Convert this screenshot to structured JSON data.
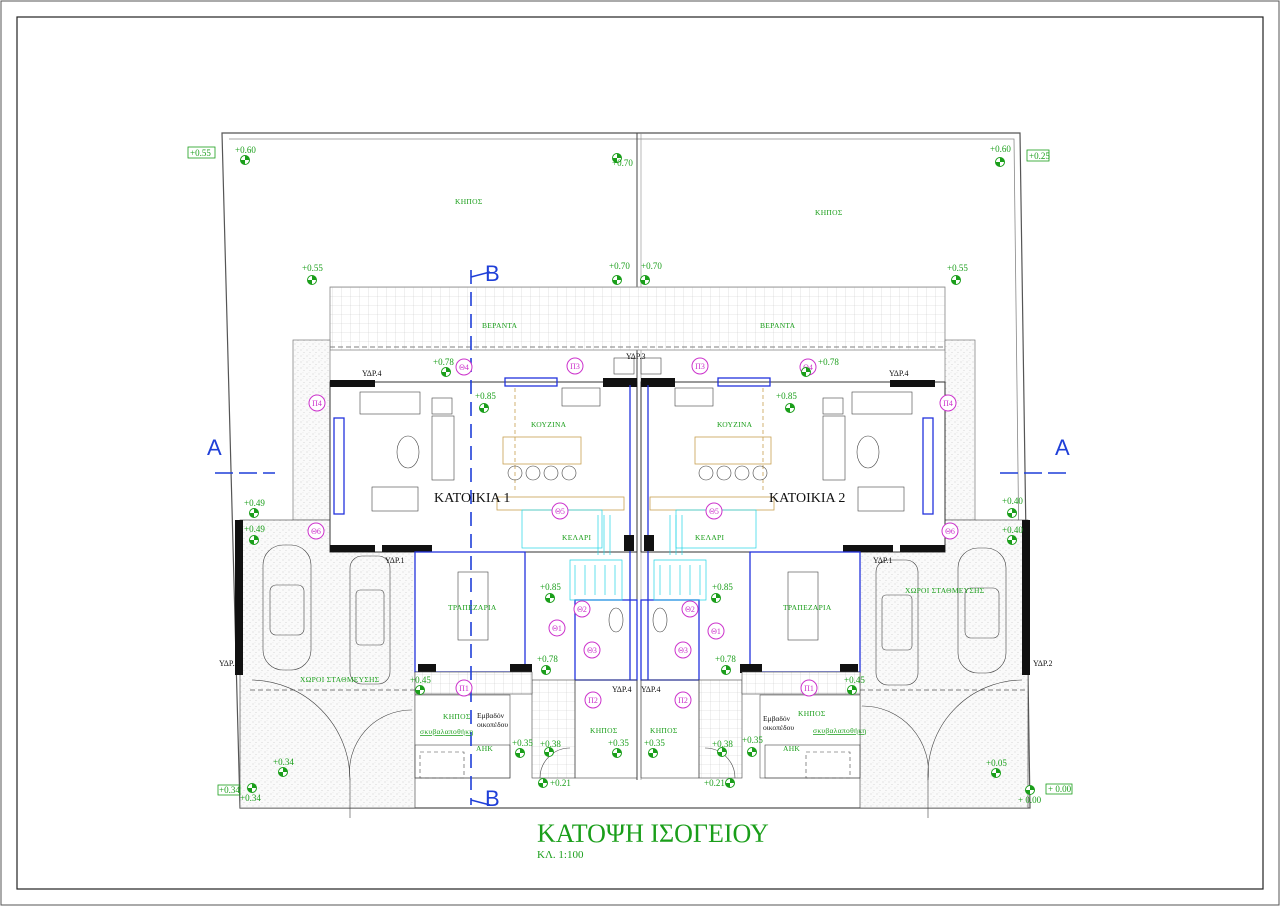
{
  "drawing": {
    "title": "ΚΑΤΟΨΗ ΙΣΟΓΕΙΟΥ",
    "scale": "ΚΛ. 1:100",
    "houses": [
      "ΚΑΤΟΙΚΙΑ 1",
      "ΚΑΤΟΙΚΙΑ 2"
    ]
  },
  "rooms": {
    "garden": "ΚΗΠΟΣ",
    "veranda": "ΒΕΡΑΝΤΑ",
    "kitchen": "ΚΟΥΖΙΝΑ",
    "cellar": "ΚΕΛΑΡΙ",
    "dining": "ΤΡΑΠΕΖΑΡΙΑ",
    "parking": "ΧΩΡΟΙ ΣΤΑΘΜΕΥΣΗΣ",
    "bin_store": "σκυβαλαποθήκη",
    "electric": "ΑΗΚ",
    "plot_area_1": "Εμβαδόν",
    "plot_area_2": "οικοπέδου"
  },
  "water_points": [
    "ΥΔΡ.1",
    "ΥΔΡ.2",
    "ΥΔΡ.3",
    "ΥΔΡ.4"
  ],
  "tags": {
    "doors": [
      "Θ1",
      "Θ2",
      "Θ3",
      "Θ4",
      "Θ5",
      "Θ6"
    ],
    "windows": [
      "Π1",
      "Π2",
      "Π3",
      "Π4"
    ]
  },
  "sections": [
    "A",
    "B"
  ],
  "boxed_levels": [
    "+0.55",
    "+0.25",
    "+0.34",
    "+ 0.00"
  ],
  "levels": [
    "+0.60",
    "+0.70",
    "+0.55",
    "+0.78",
    "+0.85",
    "+0.49",
    "+0.40",
    "+0.45",
    "+0.35",
    "+0.38",
    "+0.21",
    "+0.34",
    "+0.05",
    "+ 0.00"
  ],
  "colors": {
    "annotation_green": "#1a9e1a",
    "wall_blue": "#2233dd",
    "tag_magenta": "#cc33cc",
    "section_blue": "#1f3fd8",
    "stair_cyan": "#22d5e5",
    "furniture_tan": "#c8a050"
  }
}
